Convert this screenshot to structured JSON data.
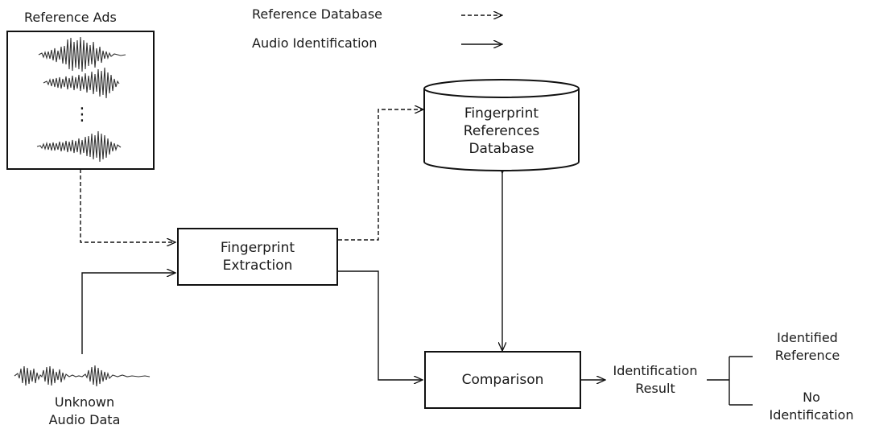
{
  "legend": {
    "reference_db": "Reference Database",
    "audio_id": "Audio Identification"
  },
  "reference_ads": {
    "title": "Reference Ads",
    "ellipsis": "⋮"
  },
  "unknown_audio": {
    "line1": "Unknown",
    "line2": "Audio Data"
  },
  "fingerprint_extraction": {
    "line1": "Fingerprint",
    "line2": "Extraction"
  },
  "database": {
    "line1": "Fingerprint",
    "line2": "References",
    "line3": "Database"
  },
  "comparison": {
    "label": "Comparison"
  },
  "identification_result": {
    "line1": "Identification",
    "line2": "Result"
  },
  "outcomes": {
    "identified_line1": "Identified",
    "identified_line2": "Reference",
    "none_line1": "No",
    "none_line2": "Identification"
  },
  "colors": {
    "stroke": "#111111",
    "waveform": "#222222"
  }
}
